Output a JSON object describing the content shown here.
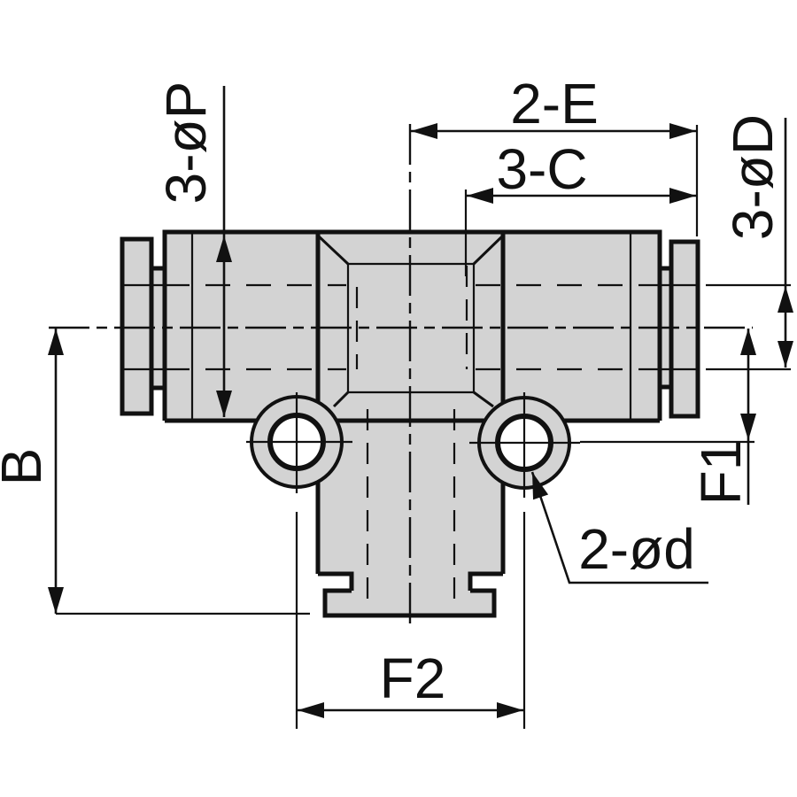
{
  "drawing": {
    "labels": {
      "branch_bore": "3-øP",
      "center_to_end": "2-E",
      "insertion_depth": "3-C",
      "tube_bore": "3-øD",
      "overall_height": "B",
      "hole_offset": "F1",
      "mount_holes": "2-ød",
      "hole_spacing": "F2"
    },
    "colors": {
      "background": "#ffffff",
      "body_fill": "#d3d3d3",
      "hole_fill": "#ffffff",
      "line": "#111111"
    }
  }
}
